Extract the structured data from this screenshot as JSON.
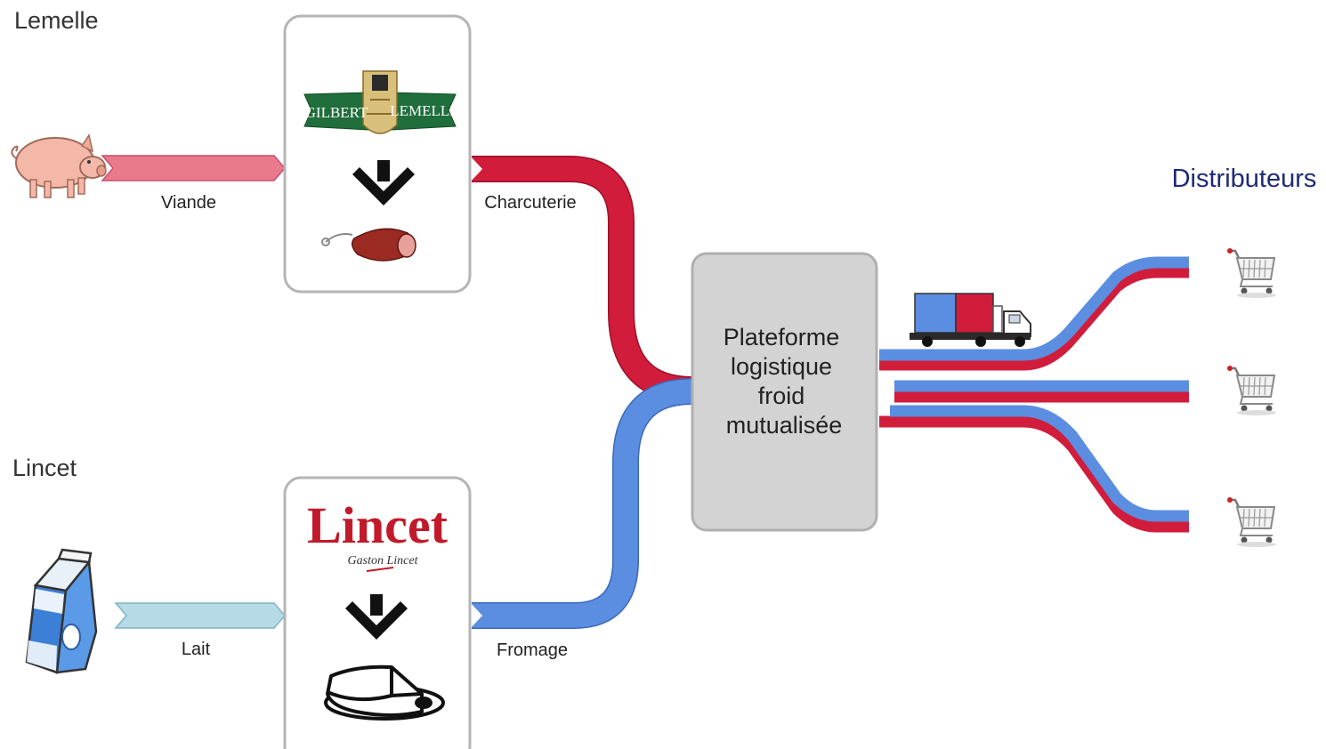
{
  "companies": [
    {
      "name": "Lemelle",
      "logo_text": [
        "GILBERT",
        "LEMELLE"
      ]
    },
    {
      "name": "Lincet",
      "logo_text": "Lincet",
      "logo_signature": "Gaston Lincet"
    }
  ],
  "flows": {
    "input_top": "Viande",
    "output_top": "Charcuterie",
    "input_bottom": "Lait",
    "output_bottom": "Fromage"
  },
  "platform": {
    "lines": [
      "Plateforme",
      "logistique",
      "froid",
      "mutualisée"
    ]
  },
  "distributors": {
    "label": "Distributeurs"
  },
  "colors": {
    "red": "#d21c3c",
    "blue": "#5b8ee0",
    "pink": "#e87a8c",
    "light_blue": "#b6dbe6",
    "box_border": "#b5b5b5",
    "platform_fill": "#d3d3d3",
    "distributor_label": "#1e2a78"
  },
  "icons": [
    "pig-icon",
    "milk-carton-icon",
    "arrow-down-icon",
    "sausage-icon",
    "cheese-icon",
    "truck-icon",
    "shopping-cart-icon"
  ]
}
